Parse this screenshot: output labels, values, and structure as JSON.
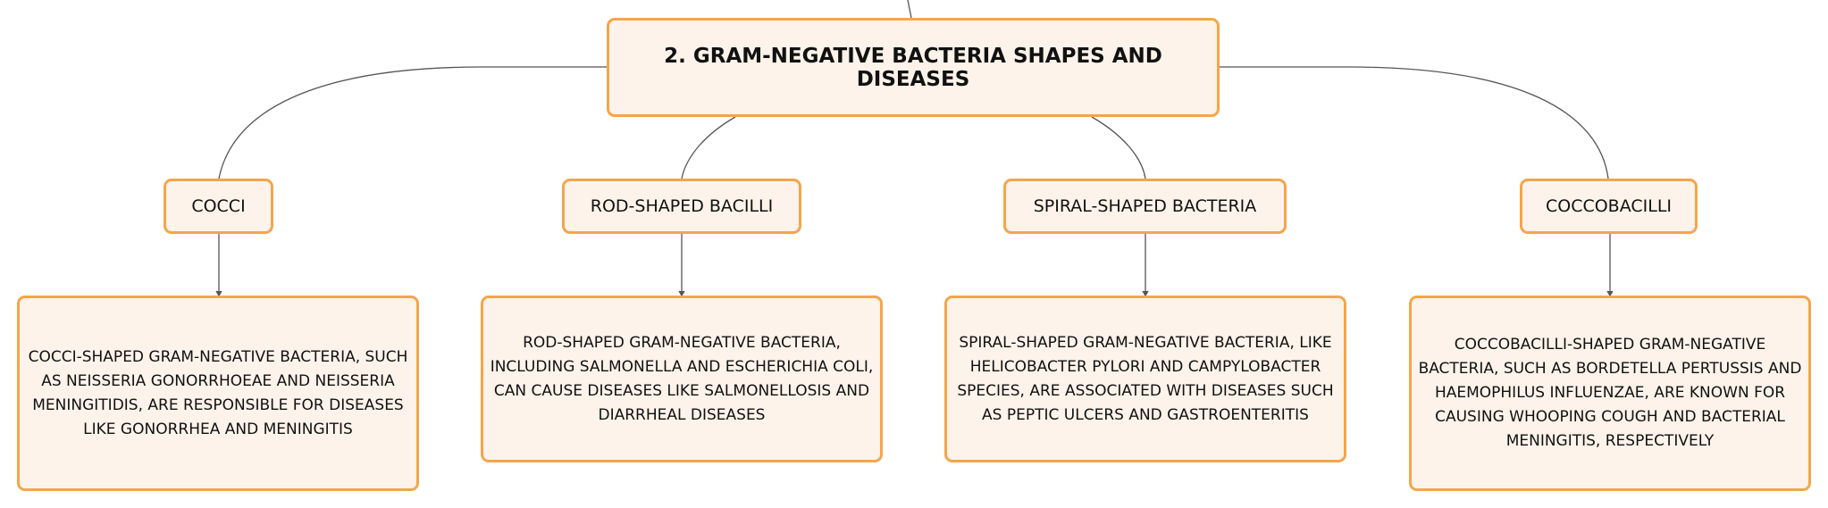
{
  "colors": {
    "node_fill": "#fdf3ea",
    "node_border": "#f3a64b",
    "connector": "#555555"
  },
  "root": {
    "title": "2. GRAM-NEGATIVE BACTERIA SHAPES AND DISEASES"
  },
  "categories": [
    {
      "label": "COCCI",
      "description": "COCCI-SHAPED GRAM-NEGATIVE BACTERIA, SUCH AS NEISSERIA GONORRHOEAE AND NEISSERIA MENINGITIDIS, ARE RESPONSIBLE FOR DISEASES LIKE GONORRHEA AND MENINGITIS"
    },
    {
      "label": "ROD-SHAPED BACILLI",
      "description": "ROD-SHAPED GRAM-NEGATIVE BACTERIA, INCLUDING SALMONELLA AND ESCHERICHIA COLI, CAN CAUSE DISEASES LIKE SALMONELLOSIS AND DIARRHEAL DISEASES"
    },
    {
      "label": "SPIRAL-SHAPED BACTERIA",
      "description": "SPIRAL-SHAPED GRAM-NEGATIVE BACTERIA, LIKE HELICOBACTER PYLORI AND CAMPYLOBACTER SPECIES, ARE ASSOCIATED WITH DISEASES SUCH AS PEPTIC ULCERS AND GASTROENTERITIS"
    },
    {
      "label": "COCCOBACILLI",
      "description": "COCCOBACILLI-SHAPED GRAM-NEGATIVE BACTERIA, SUCH AS BORDETELLA PERTUSSIS AND HAEMOPHILUS INFLUENZAE, ARE KNOWN FOR CAUSING WHOOPING COUGH AND BACTERIAL MENINGITIS, RESPECTIVELY"
    }
  ]
}
